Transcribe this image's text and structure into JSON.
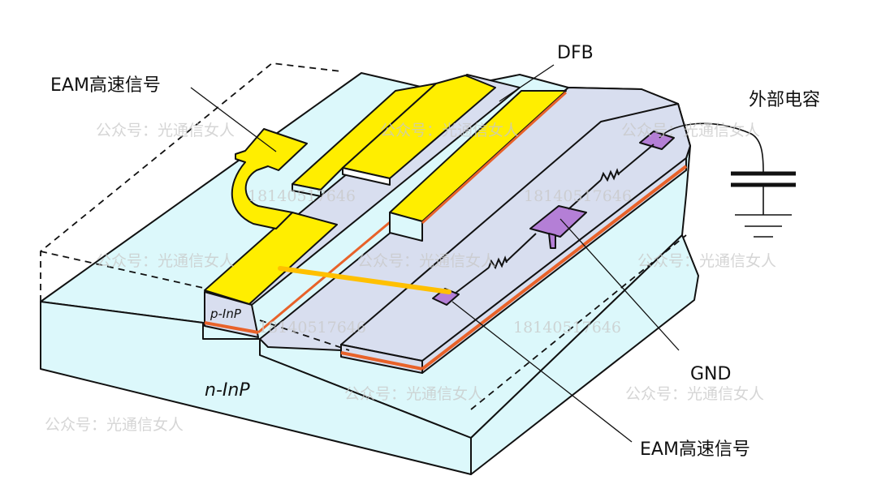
{
  "labels": {
    "eam_signal_top": "EAM高速信号",
    "dfb": "DFB",
    "external_capacitor": "外部电容",
    "gnd": "GND",
    "eam_signal_bottom": "EAM高速信号",
    "n_inp": "n-InP",
    "p_inp": "p-InP"
  },
  "watermarks": {
    "account": "公众号：光通信女人",
    "phone": "18140517646"
  },
  "colors": {
    "substrate": "#dcf8fb",
    "ridge": "#d8deef",
    "metal": "#ffee00",
    "contact_layer": "#e8622a",
    "pad": "#b47fd6",
    "bond_wire": "#ffc000"
  }
}
